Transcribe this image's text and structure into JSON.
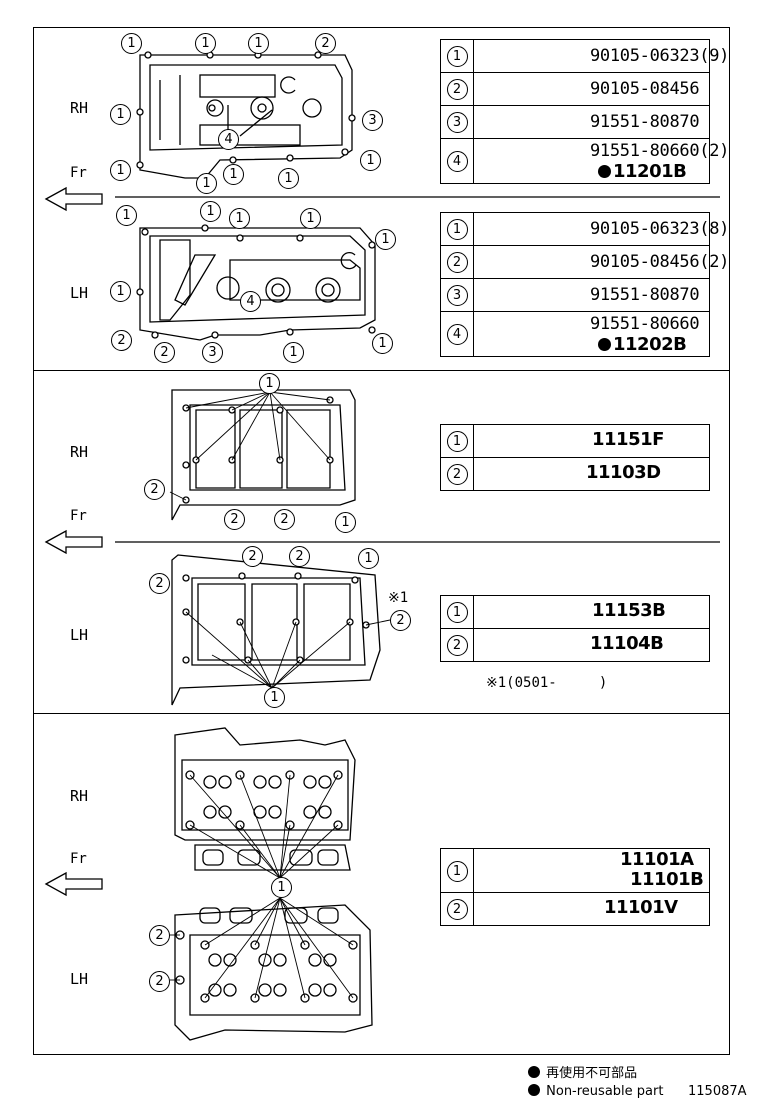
{
  "sides": {
    "rh": "RH",
    "lh": "LH",
    "fr": "Fr"
  },
  "circled": [
    "1",
    "2",
    "3",
    "4"
  ],
  "section1": {
    "rh_table": [
      {
        "num": "1",
        "part": "90105-06323(9)"
      },
      {
        "num": "2",
        "part": "90105-08456"
      },
      {
        "num": "3",
        "part": "91551-80870"
      },
      {
        "num": "4",
        "part": "91551-80660(2)",
        "ref": "11201B"
      }
    ],
    "lh_table": [
      {
        "num": "1",
        "part": "90105-06323(8)"
      },
      {
        "num": "2",
        "part": "90105-08456(2)"
      },
      {
        "num": "3",
        "part": "91551-80870"
      },
      {
        "num": "4",
        "part": "91551-80660",
        "ref": "11202B"
      }
    ]
  },
  "section2": {
    "rh_table": [
      {
        "num": "1",
        "part": "11151F"
      },
      {
        "num": "2",
        "part": "11103D"
      }
    ],
    "lh_table": [
      {
        "num": "1",
        "part": "11153B"
      },
      {
        "num": "2",
        "part": "11104B"
      }
    ],
    "footnote_mark": "※1",
    "footnote": "※1(0501-     )"
  },
  "section3": {
    "table": [
      {
        "num": "1",
        "part": "11101A",
        "part2": "11101B"
      },
      {
        "num": "2",
        "part": "11101V"
      }
    ]
  },
  "legend": {
    "line1": "再使用不可部品",
    "line2": "Non-reusable part"
  },
  "figure_ref": "115087A"
}
